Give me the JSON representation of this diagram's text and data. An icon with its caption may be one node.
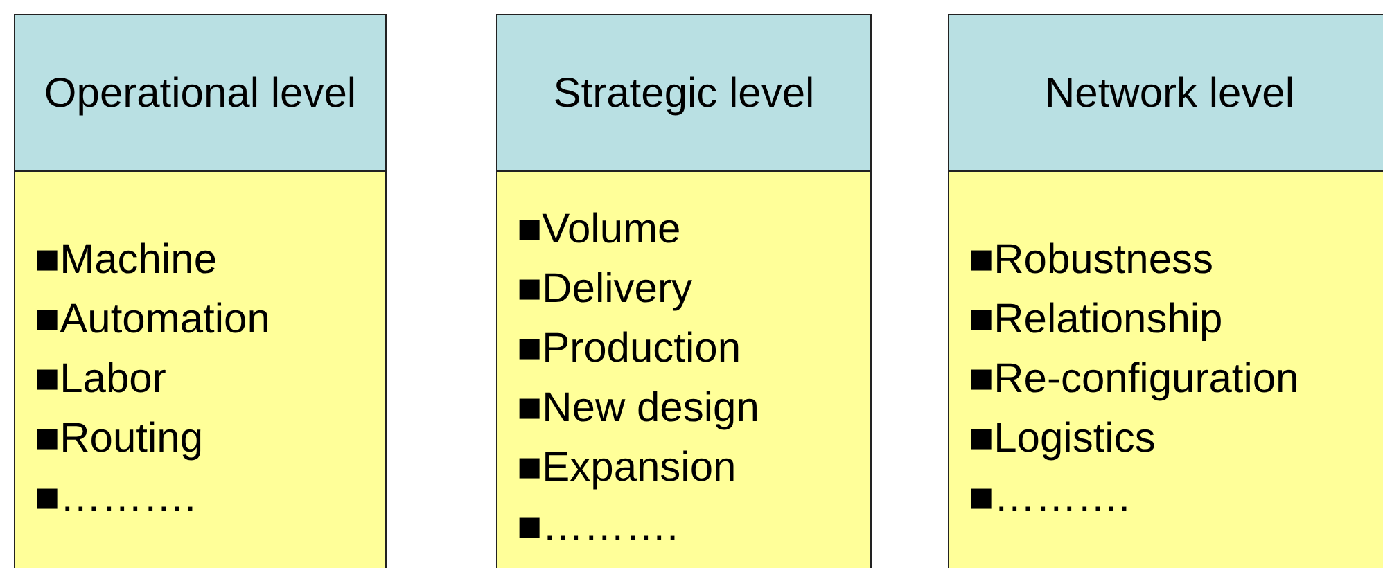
{
  "diagram": {
    "nodes": [
      {
        "text": [
          "Operational level"
        ]
      },
      {
        "text": [
          "■Machine",
          "■Automation",
          "■Labor",
          "■Routing",
          "■………."
        ]
      },
      {
        "text": [
          "Strategic level"
        ]
      },
      {
        "text": [
          "■Volume",
          "■Delivery",
          "■Production",
          "■New design",
          "■Expansion",
          "■………."
        ]
      },
      {
        "text": [
          "Network level"
        ]
      },
      {
        "text": [
          "■Robustness",
          "■Relationship",
          "■Re-configuration",
          "■Logistics",
          "■………."
        ]
      }
    ]
  }
}
